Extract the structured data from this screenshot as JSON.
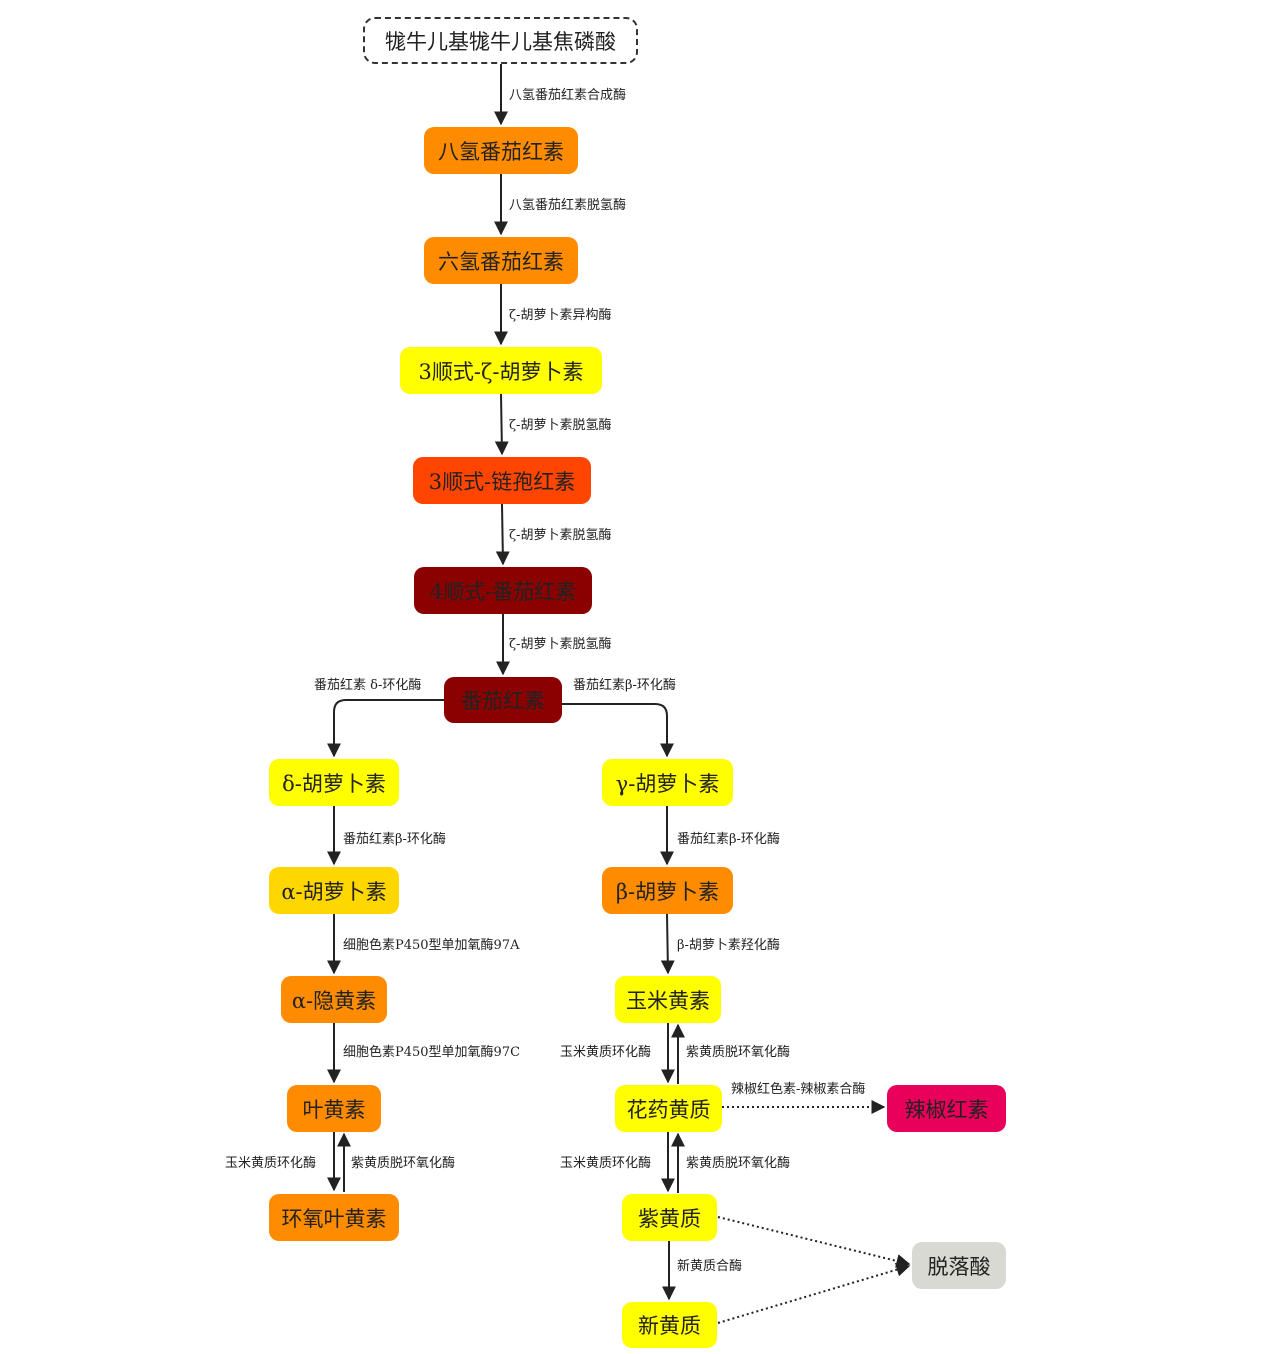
{
  "nodes": {
    "ggpp": {
      "label": "牻牛儿基牻牛儿基焦磷酸",
      "color": "#ffffff"
    },
    "phytoene": {
      "label": "八氢番茄红素",
      "color": "#ff8c00"
    },
    "phytofluene": {
      "label": "六氢番茄红素",
      "color": "#ff8c00"
    },
    "zeta": {
      "label": "3顺式-ζ-胡萝卜素",
      "color": "#ffff00"
    },
    "neurosporene": {
      "label": "3顺式-链孢红素",
      "color": "#ff4500"
    },
    "prolycopene": {
      "label": "4顺式-番茄红素",
      "color": "#8b0000"
    },
    "lycopene": {
      "label": "番茄红素",
      "color": "#8b0000"
    },
    "delta": {
      "label": "δ-胡萝卜素",
      "color": "#ffff00"
    },
    "gamma": {
      "label": "γ-胡萝卜素",
      "color": "#ffff00"
    },
    "alpha": {
      "label": "α-胡萝卜素",
      "color": "#ffd700"
    },
    "beta": {
      "label": "β-胡萝卜素",
      "color": "#ff8c00"
    },
    "alphacrypto": {
      "label": "α-隐黄素",
      "color": "#ff8c00"
    },
    "zeaxanthin": {
      "label": "玉米黄素",
      "color": "#ffff00"
    },
    "lutein": {
      "label": "叶黄素",
      "color": "#ff8c00"
    },
    "antheraxanthin": {
      "label": "花药黄质",
      "color": "#ffff00"
    },
    "capsanthin": {
      "label": "辣椒红素",
      "color": "#e8005a"
    },
    "epoxylutein": {
      "label": "环氧叶黄素",
      "color": "#ff8c00"
    },
    "violaxanthin": {
      "label": "紫黄质",
      "color": "#ffff00"
    },
    "aba": {
      "label": "脱落酸",
      "color": "#d9d9d4"
    },
    "neoxanthin": {
      "label": "新黄质",
      "color": "#ffff00"
    }
  },
  "enzymes": {
    "psy": "八氢番茄红素合成酶",
    "pds": "八氢番茄红素脱氢酶",
    "ziso": "ζ-胡萝卜素异构酶",
    "zds1": "ζ-胡萝卜素脱氢酶",
    "zds2": "ζ-胡萝卜素脱氢酶",
    "zds3": "ζ-胡萝卜素脱氢酶",
    "lcye": "番茄红素 δ-环化酶",
    "lcyb1": "番茄红素β-环化酶",
    "lcyb_left": "番茄红素β-环化酶",
    "lcyb_right": "番茄红素β-环化酶",
    "cyp97a": "细胞色素P450型单加氧酶97A",
    "cyp97c": "细胞色素P450型单加氧酶97C",
    "bch": "β-胡萝卜素羟化酶",
    "zep1": "玉米黄质环化酶",
    "vde1": "紫黄质脱环氧化酶",
    "ccs": "辣椒红色素-辣椒素合酶",
    "zep2": "玉米黄质环化酶",
    "vde2": "紫黄质脱环氧化酶",
    "zep3": "玉米黄质环化酶",
    "vde3": "紫黄质脱环氧化酶",
    "nxs": "新黄质合酶"
  }
}
